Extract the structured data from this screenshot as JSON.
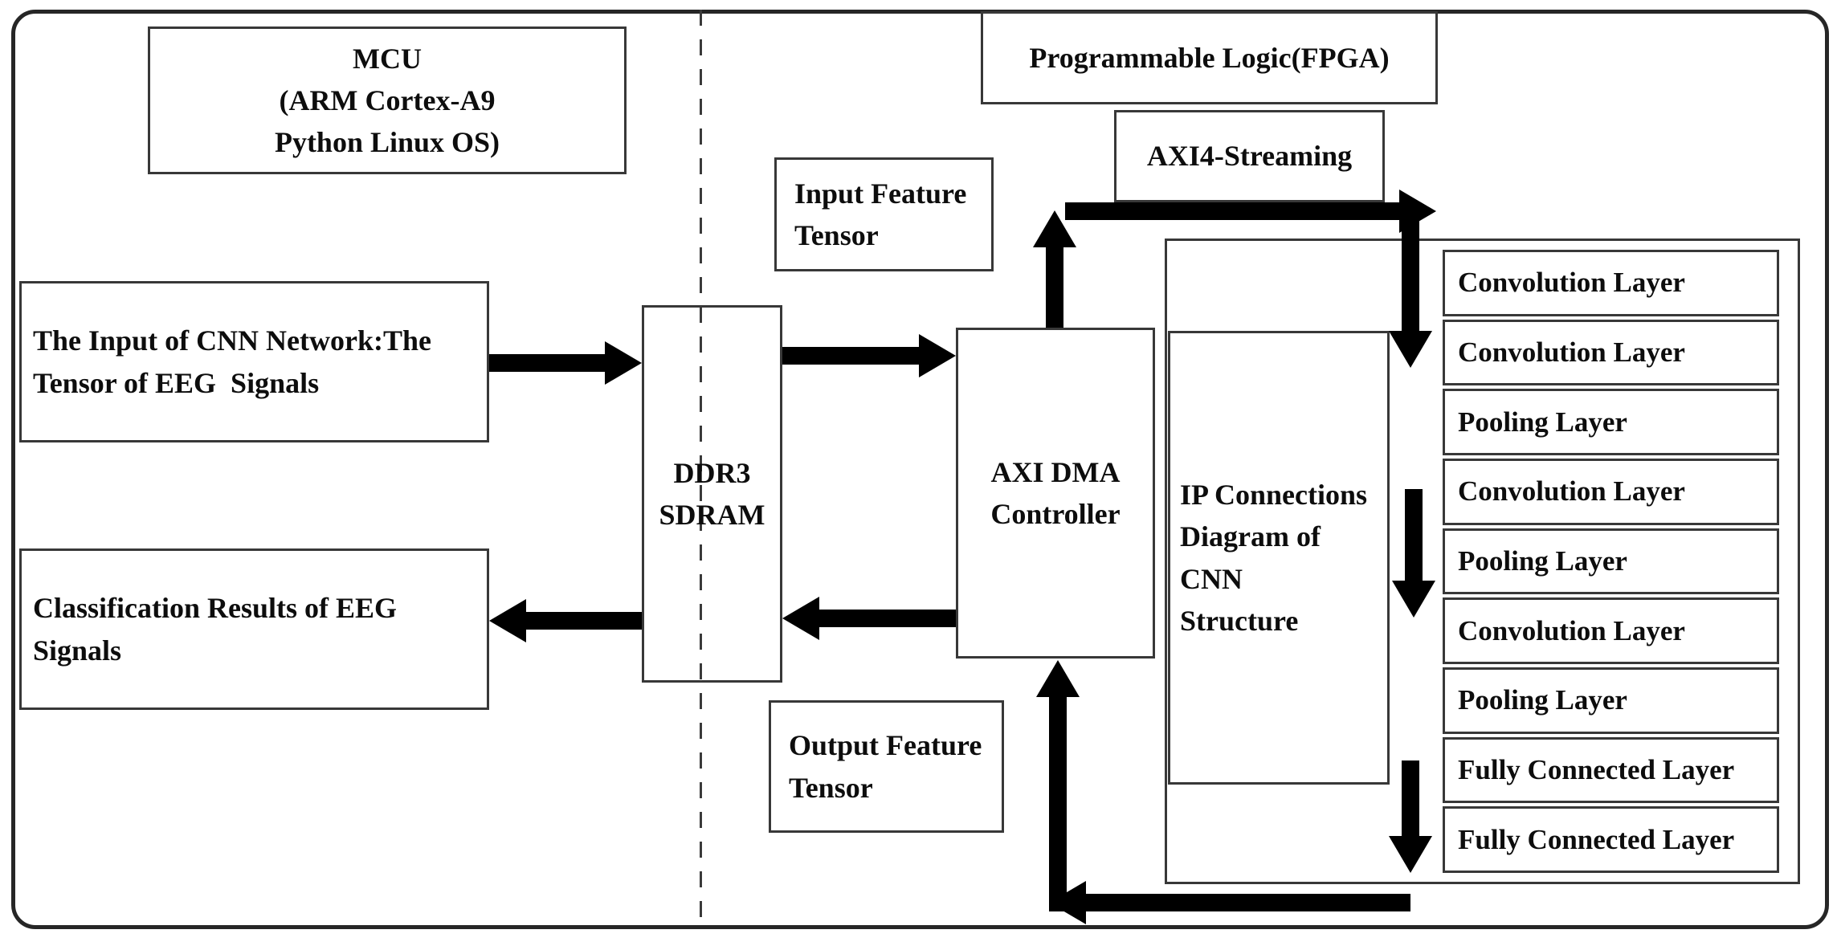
{
  "theme": {
    "background": "#ffffff",
    "text_color": "#0d0d0d",
    "box_border_color": "#383838",
    "frame_border_color": "#262626",
    "arrow_color": "#000000",
    "dash_color": "#3a3a3a"
  },
  "boxes": {
    "mcu": {
      "lines": [
        "MCU",
        "(ARM Cortex-A9",
        "Python Linux OS)"
      ]
    },
    "fpga": {
      "label": "Programmable Logic(FPGA)"
    },
    "axi4": {
      "label": "AXI4-Streaming"
    },
    "input_feature": {
      "lines": [
        "Input Feature",
        "Tensor"
      ]
    },
    "cnn_input": {
      "lines": [
        "The Input of CNN Network:The",
        "Tensor of EEG  Signals"
      ]
    },
    "ddr3": {
      "lines": [
        "DDR3",
        "SDRAM"
      ]
    },
    "axi_dma": {
      "lines": [
        "AXI DMA",
        "Controller"
      ]
    },
    "ip_connections": {
      "lines": [
        "IP Connections",
        "Diagram of",
        "CNN",
        "Structure"
      ]
    },
    "output_feature": {
      "lines": [
        "Output Feature",
        "Tensor"
      ]
    },
    "classification": {
      "lines": [
        "Classification Results of EEG",
        "Signals"
      ]
    }
  },
  "cnn_layers": [
    "Convolution Layer",
    "Convolution Layer",
    "Pooling Layer",
    "Convolution Layer",
    "Pooling Layer",
    "Convolution Layer",
    "Pooling Layer",
    "Fully Connected Layer",
    "Fully Connected Layer"
  ]
}
